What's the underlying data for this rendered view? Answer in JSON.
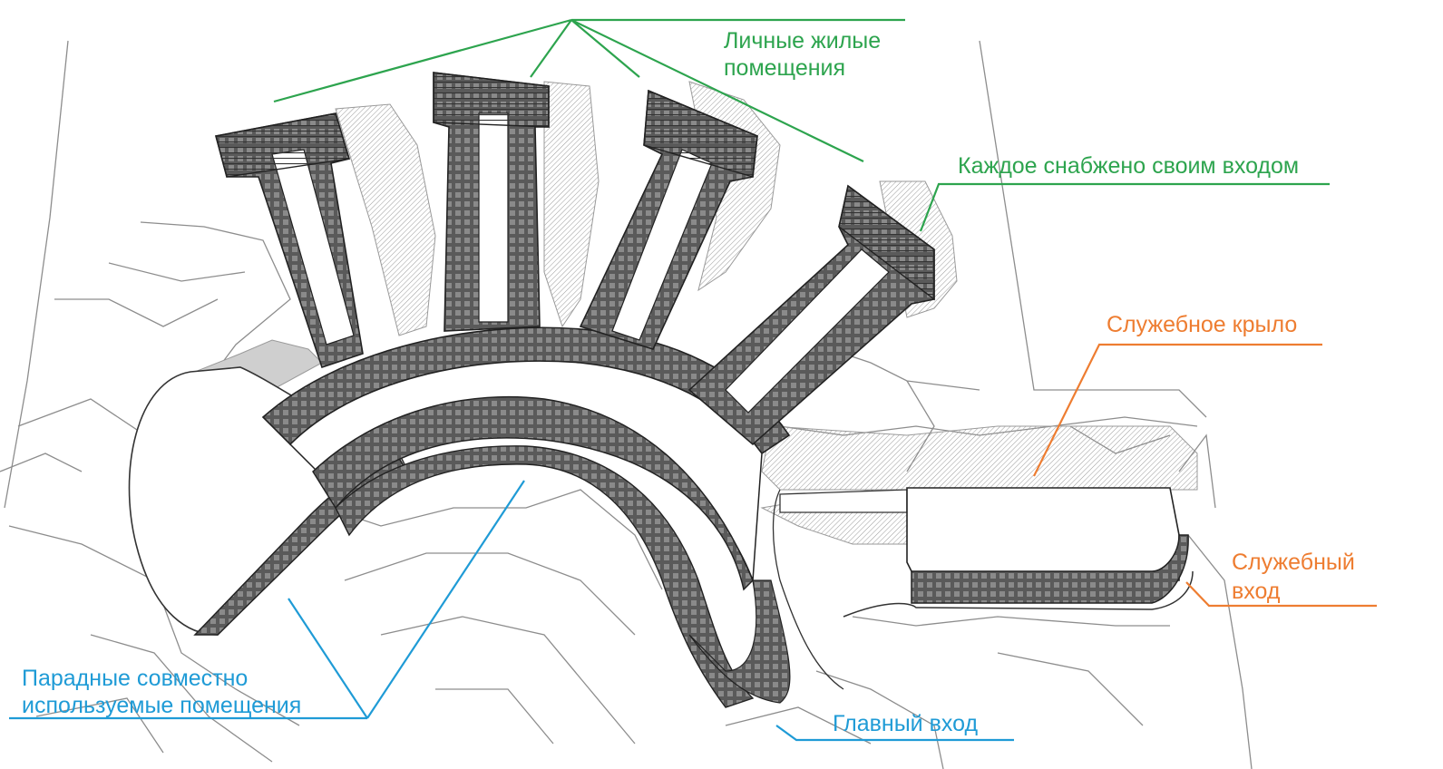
{
  "colors": {
    "green": "#2da44e",
    "orange": "#ee7d31",
    "blue": "#1f9bd6",
    "structure": "#3a3a3a",
    "fill_dark": "#6b6b6b",
    "fill_light": "#cfcfcf",
    "terrain": "#bdbdbd"
  },
  "labels": {
    "private_line1": "Личные жилые",
    "private_line2": "помещения",
    "own_entrance": "Каждое снабжено своим входом",
    "service_wing": "Служебное крыло",
    "service_entrance_line1": "Служебный",
    "service_entrance_line2": "вход",
    "public_line1": "Парадные совместно",
    "public_line2": "используемые помещения",
    "main_entrance": "Главный вход"
  }
}
